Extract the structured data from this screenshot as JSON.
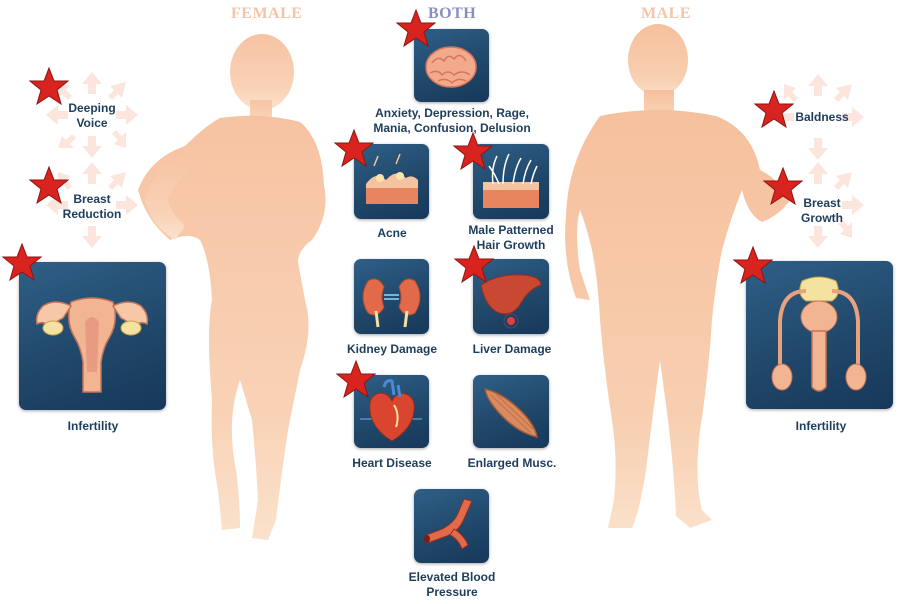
{
  "headers": {
    "female": "FEMALE",
    "both": "BOTH",
    "male": "MALE"
  },
  "colors": {
    "female_header": "#f4c5a8",
    "both_header": "#8a8fc0",
    "male_header": "#f4c5a8",
    "label": "#1d3d5c",
    "tile": "#234d72",
    "star": "#d9231f",
    "skin": "#f7c9a7"
  },
  "female": {
    "deeping_voice": "Deeping\nVoice",
    "breast_reduction": "Breast\nReduction",
    "infertility": "Infertility"
  },
  "both": {
    "brain": "Anxiety, Depression, Rage,\nMania, Confusion, Delusion",
    "acne": "Acne",
    "hair_growth": "Male Patterned\nHair Growth",
    "kidney": "Kidney Damage",
    "liver": "Liver Damage",
    "heart": "Heart Disease",
    "muscle": "Enlarged Musc.",
    "blood_pressure": "Elevated Blood\nPressure"
  },
  "male": {
    "baldness": "Baldness",
    "breast_growth": "Breast\nGrowth",
    "infertility": "Infertility"
  },
  "icons": [
    "brain-icon",
    "skin-acne-icon",
    "hair-follicle-icon",
    "kidney-icon",
    "liver-icon",
    "heart-icon",
    "muscle-icon",
    "artery-icon",
    "uterus-icon",
    "male-reproductive-icon",
    "red-star-icon",
    "arrow-icon"
  ]
}
